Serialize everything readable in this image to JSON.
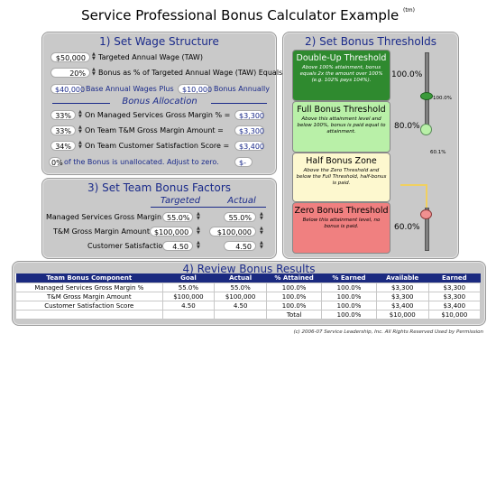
{
  "title": "Service Professional Bonus Calculator Example",
  "title_tm": "(tm)",
  "wage": {
    "title": "1) Set Wage Structure",
    "taw_value": "$50,000",
    "taw_label": "Targeted Annual Wage (TAW)",
    "pct_value": "20%",
    "pct_label": "Bonus as % of Targeted Annual Wage (TAW) Equals:",
    "base_value": "$40,000",
    "base_label": "Base Annual Wages Plus",
    "bonus_value": "$10,000",
    "bonus_label": "Bonus Annually",
    "alloc_title": "Bonus Allocation",
    "allocations": [
      {
        "pct": "33%",
        "label": "On Managed Services Gross Margin % =",
        "amount": "$3,300"
      },
      {
        "pct": "33%",
        "label": "On Team T&M Gross Margin Amount =",
        "amount": "$3,300"
      },
      {
        "pct": "34%",
        "label": "On Team Customer Satisfaction Score =",
        "amount": "$3,400"
      }
    ],
    "unalloc_pct": "0%",
    "unalloc_label": "of the Bonus is unallocated. Adjust to zero.",
    "unalloc_amount": "$-"
  },
  "factors": {
    "title": "3) Set Team Bonus Factors",
    "targeted_h": "Targeted",
    "actual_h": "Actual",
    "rows": [
      {
        "label": "Managed Services Gross Margin",
        "targeted": "55.0%",
        "actual": "55.0%"
      },
      {
        "label": "T&M Gross Margin Amount",
        "targeted": "$100,000",
        "actual": "$100,000"
      },
      {
        "label": "Customer Satisfaction Score",
        "targeted": "4.50",
        "actual": "4.50"
      }
    ]
  },
  "thresholds": {
    "title": "2) Set Bonus Thresholds",
    "boxes": [
      {
        "title": "Double-Up Threshold",
        "desc": "Above 100% attainment, bonus equals 2x the amount over 100% (e.g. 102% pays 104%).",
        "color": "#2f8a2f"
      },
      {
        "title": "Full Bonus Threshold",
        "desc": "Above this attainment level and below 100%, bonus is paid equal to attainment.",
        "color": "#b9f0a8"
      },
      {
        "title": "Half Bonus Zone",
        "desc": "Above the Zero Threshold and below the Full Threshold, half-bonus is paid.",
        "color": "#fdf8cf"
      },
      {
        "title": "Zero Bonus Threshold",
        "desc": "Below this attainment level, no bonus is paid.",
        "color": "#f08080"
      }
    ],
    "double_pct": "100.0%",
    "full_pct": "80.0%",
    "zero_pct": "60.0%",
    "slider_top_label": "100.0%",
    "slider_mid_label": "60.1%"
  },
  "results": {
    "title": "4) Review Bonus Results",
    "headers": [
      "Team Bonus Component",
      "Goal",
      "Actual",
      "% Attained",
      "% Earned",
      "Available",
      "Earned"
    ],
    "rows": [
      [
        "Managed Services Gross Margin %",
        "55.0%",
        "55.0%",
        "100.0%",
        "100.0%",
        "$3,300",
        "$3,300"
      ],
      [
        "T&M Gross Margin Amount",
        "$100,000",
        "$100,000",
        "100.0%",
        "100.0%",
        "$3,300",
        "$3,300"
      ],
      [
        "Customer Satisfaction Score",
        "4.50",
        "4.50",
        "100.0%",
        "100.0%",
        "$3,400",
        "$3,400"
      ],
      [
        "",
        "",
        "",
        "Total",
        "100.0%",
        "$10,000",
        "$10,000"
      ]
    ]
  },
  "footer": "(c) 2006-07 Service Leadership, Inc. All Rights Reserved Used by Permission"
}
